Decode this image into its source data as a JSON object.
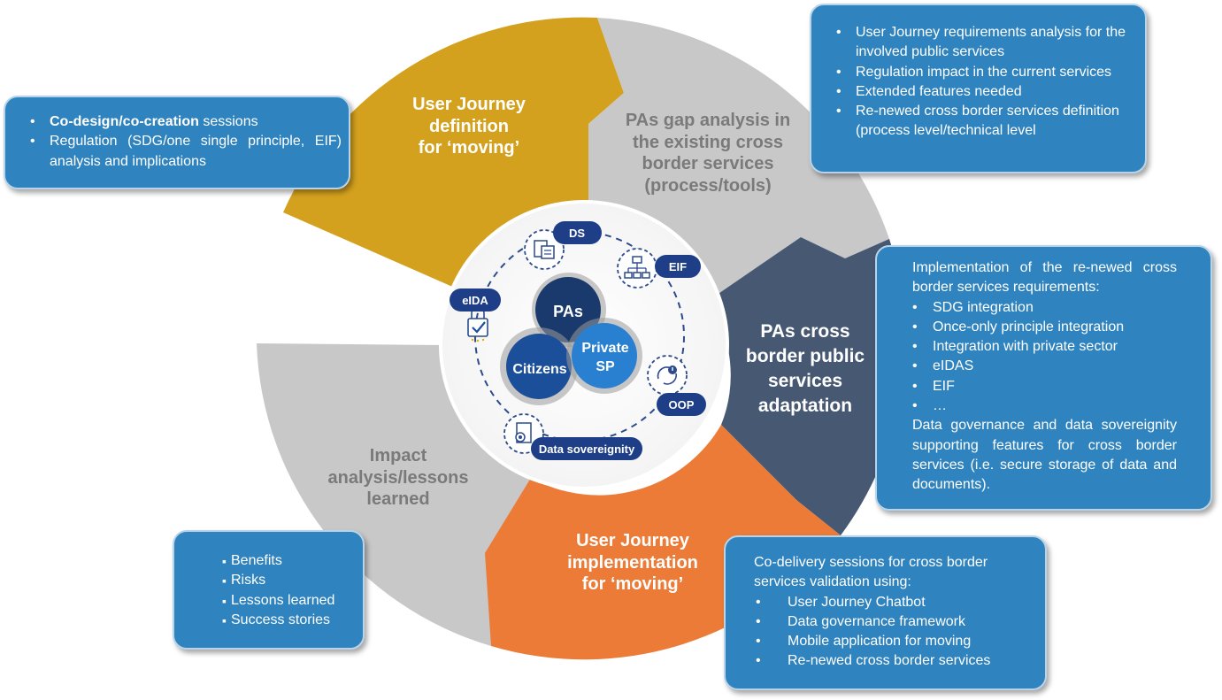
{
  "colors": {
    "gold": "#d4a11e",
    "grey": "#c8c8c8",
    "slate": "#475873",
    "orange": "#eb7b37",
    "box_blue": "#2f83be",
    "navy": "#1a3a6e",
    "mid_blue": "#1c4f9a",
    "light_blue": "#2a80d0"
  },
  "segments": {
    "user_journey_definition": [
      "User Journey",
      "definition",
      "for ‘moving’"
    ],
    "gap_analysis": [
      "PAs gap analysis in",
      "the existing cross",
      "border services",
      "(process/tools)"
    ],
    "adaptation": [
      "PAs cross",
      "border public",
      "services",
      "adaptation"
    ],
    "implementation": [
      "User Journey",
      "implementation",
      "for ‘moving’"
    ],
    "impact": [
      "Impact",
      "analysis/lessons",
      "learned"
    ]
  },
  "center": {
    "pas": "PAs",
    "citizens": "Citizens",
    "private_sp": [
      "Private",
      "SP"
    ],
    "pills": {
      "ds": "DS",
      "eif": "EIF",
      "eida": "eIDA",
      "oop": "OOP",
      "data_sovereignity": "Data sovereignity"
    }
  },
  "boxes": {
    "codesign": {
      "bold_part": "Co-design/co-creation",
      "rest_first": " sessions",
      "second": "Regulation (SDG/one single principle, EIF) analysis and implications"
    },
    "requirements": [
      "User Journey requirements analysis for the involved public services",
      "Regulation impact in the current services",
      "Extended features needed",
      "Re-newed cross border services definition (process level/technical level"
    ],
    "implementation_details": {
      "intro": "Implementation of the re-newed cross border services  requirements:",
      "items": [
        "SDG integration",
        "Once-only principle integration",
        "Integration with private sector",
        "eIDAS",
        "EIF",
        "…"
      ],
      "outro": "Data governance and data sovereignity supporting features for cross border services (i.e. secure storage of data and documents)."
    },
    "co_delivery": {
      "intro": "Co-delivery sessions for cross border services validation using:",
      "items": [
        "User Journey Chatbot",
        "Data governance framework",
        "Mobile application for moving",
        "Re-newed cross border services"
      ]
    },
    "impact_list": [
      "Benefits",
      "Risks",
      "Lessons learned",
      "Success stories"
    ]
  }
}
